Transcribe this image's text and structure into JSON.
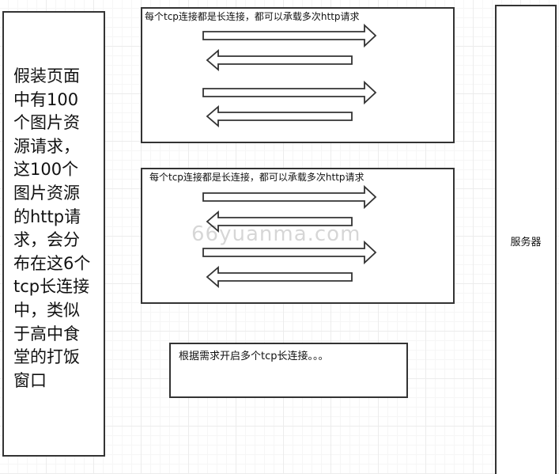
{
  "client_description": "假装页面中有100个图片资源请求，这100个图片资源的http请求，会分布在这6个tcp长连接中，类似于高中食堂的打饭窗口",
  "connections": [
    {
      "caption": "每个tcp连接都是长连接，都可以承载多次http请求"
    },
    {
      "caption": "每个tcp连接都是长连接，都可以承载多次http请求"
    }
  ],
  "note": "根据需求开启多个tcp长连接。。。",
  "server_label": "服务器",
  "watermark": "66yuanma.com",
  "colors": {
    "stroke": "#333333",
    "grid": "#ececec",
    "background": "#ffffff"
  }
}
